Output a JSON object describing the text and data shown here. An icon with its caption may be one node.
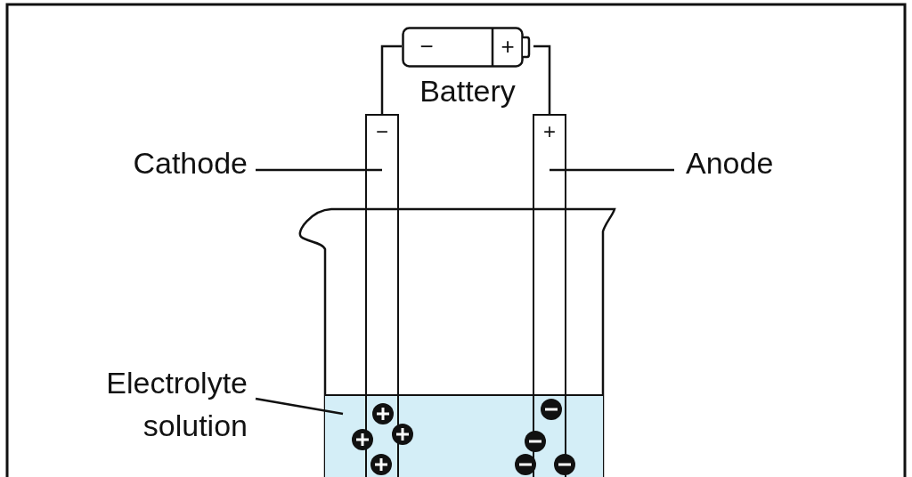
{
  "diagram": {
    "nodes": [
      {
        "text": [
          "Cathode"
        ]
      },
      {
        "text": [
          "−"
        ]
      },
      {
        "text": [
          "Anode"
        ]
      },
      {
        "text": [
          "+"
        ]
      },
      {
        "text": [
          "−",
          "+"
        ],
        "beside": [
          "Battery"
        ]
      },
      {
        "text": [
          "Electrolyte solution"
        ]
      },
      {
        "text": [],
        "shape": "box"
      }
    ],
    "edges": [
      {
        "from": 4,
        "to": 1,
        "arrow": "none"
      },
      {
        "from": 4,
        "to": 3,
        "arrow": "none"
      },
      {
        "from": 0,
        "to": 1,
        "arrow": "none"
      },
      {
        "from": 2,
        "to": 3,
        "arrow": "none"
      },
      {
        "from": 5,
        "to": 6,
        "arrow": "none"
      }
    ]
  }
}
